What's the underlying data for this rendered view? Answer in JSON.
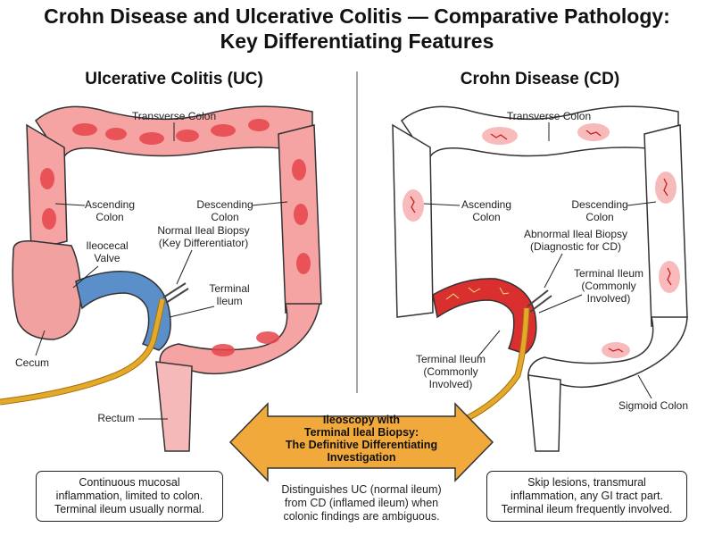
{
  "title_line1": "Crohn Disease and Ulcerative Colitis — Comparative Pathology:",
  "title_line2": "Key Differentiating Features",
  "uc": {
    "heading": "Ulcerative Colitis (UC)",
    "labels": {
      "transverse": "Transverse Colon",
      "ascending_1": "Ascending",
      "ascending_2": "Colon",
      "descending_1": "Descending",
      "descending_2": "Colon",
      "biopsy_1": "Normal Ileal Biopsy",
      "biopsy_2": "(Key Differentiator)",
      "valve_1": "Ileocecal",
      "valve_2": "Valve",
      "terminal_1": "Terminal",
      "terminal_2": "Ileum",
      "cecum": "Cecum",
      "rectum": "Rectum"
    },
    "summary": [
      "Continuous mucosal",
      "inflammation, limited to colon.",
      "Terminal ileum usually normal."
    ]
  },
  "cd": {
    "heading": "Crohn Disease (CD)",
    "labels": {
      "transverse": "Transverse Colon",
      "ascending_1": "Ascending",
      "ascending_2": "Colon",
      "descending_1": "Descending",
      "descending_2": "Colon",
      "biopsy_1": "Abnormal Ileal Biopsy",
      "biopsy_2": "(Diagnostic for CD)",
      "terminal_right_1": "Terminal Ileum",
      "terminal_right_2": "(Commonly",
      "terminal_right_3": "Involved)",
      "terminal_left_1": "Terminal Ileum",
      "terminal_left_2": "(Commonly",
      "terminal_left_3": "Involved)",
      "sigmoid": "Sigmoid Colon"
    },
    "summary": [
      "Skip lesions, transmural",
      "inflammation, any GI tract part.",
      "Terminal ileum frequently involved."
    ]
  },
  "center": {
    "arrow_lines": [
      "Ileoscopy with",
      "Terminal Ileal Biopsy:",
      "The Definitive Differentiating",
      "Investigation"
    ],
    "note": [
      "Distinguishes UC (normal ileum)",
      "from CD (inflamed ileum) when",
      "colonic findings are ambiguous."
    ]
  },
  "colors": {
    "uc_colon_fill": "#f5a3a3",
    "uc_inflamed": "#e8454a",
    "ileum_normal": "#5b8fc9",
    "ileum_inflamed": "#d9302f",
    "scope": "#e3a92b",
    "arrow_fill": "#f2a93b",
    "cd_patch": "#f7b3b3",
    "vessel": "#c8201d"
  }
}
